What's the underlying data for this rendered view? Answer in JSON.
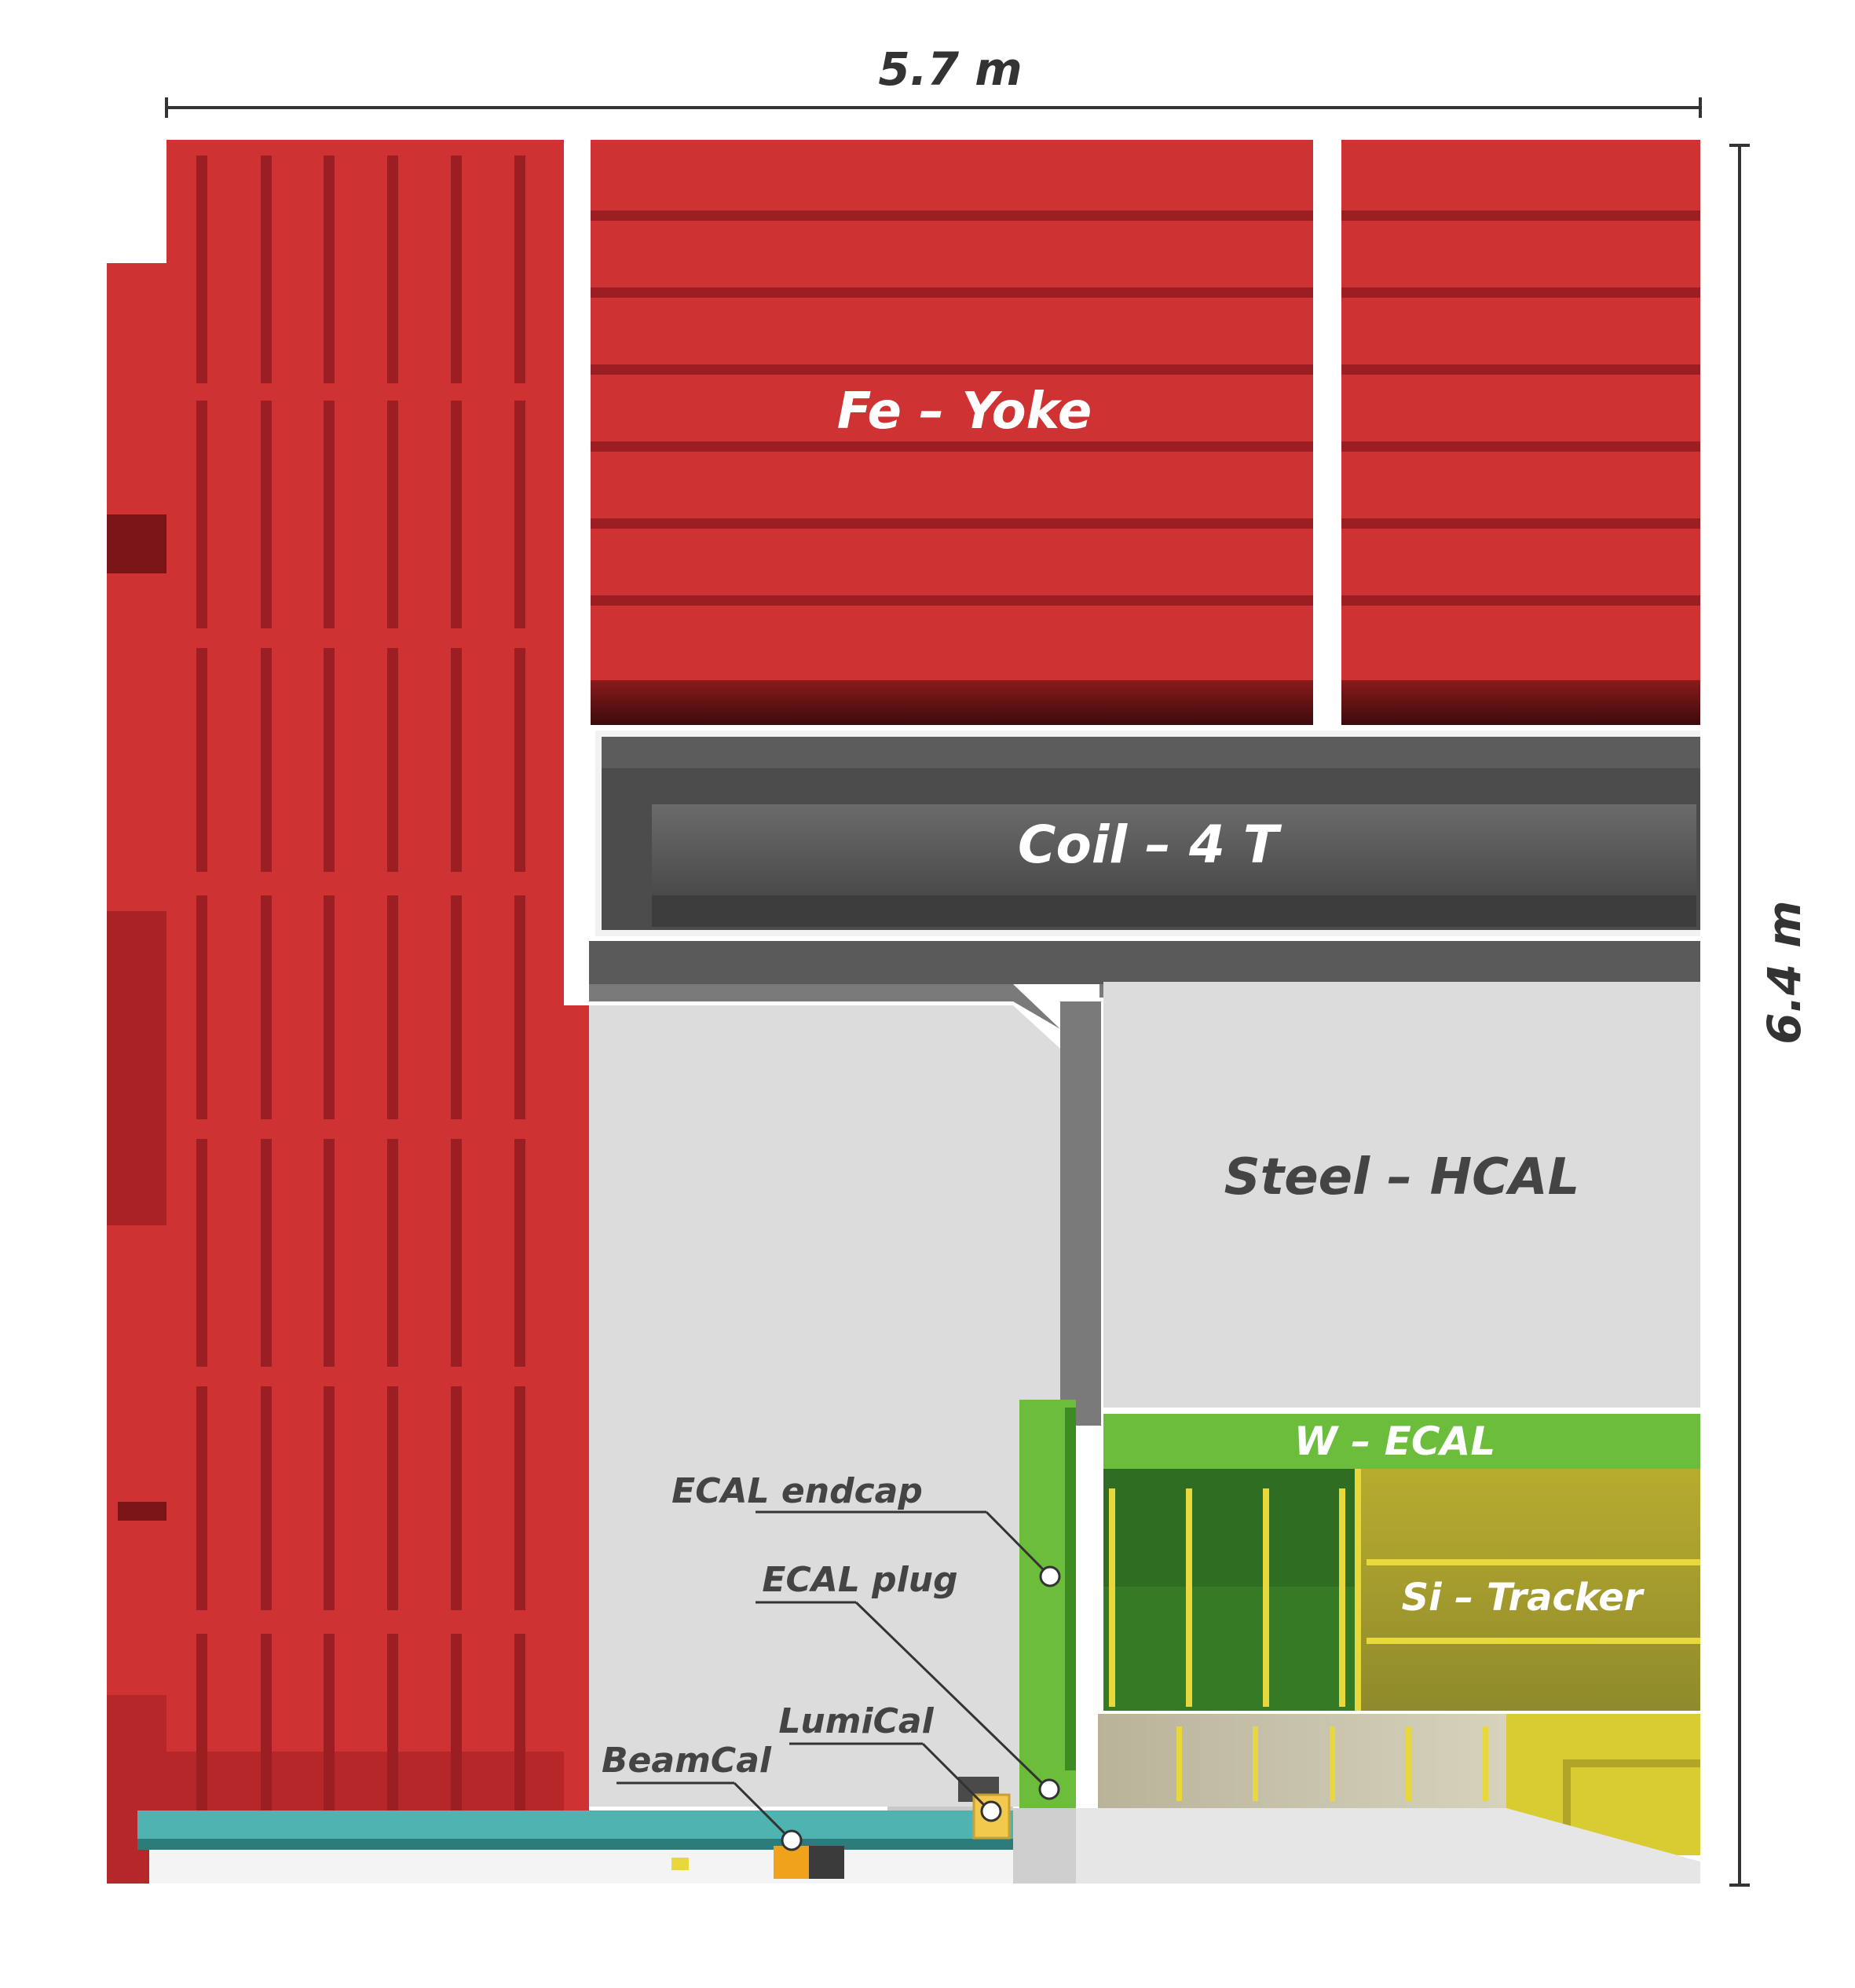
{
  "dimensions": {
    "width_label": "5.7 m",
    "height_label": "6.4 m"
  },
  "components": {
    "yoke": "Fe – Yoke",
    "coil": "Coil – 4 T",
    "hcal": "Steel – HCAL",
    "ecal": "W – ECAL",
    "tracker": "Si – Tracker"
  },
  "callouts": {
    "ecal_endcap": "ECAL endcap",
    "ecal_plug": "ECAL plug",
    "lumical": "LumiCal",
    "beamcal": "BeamCal"
  },
  "colors": {
    "yoke": "#cf3232",
    "yoke_groove": "#9b1f22",
    "coil": "#5f5e5e",
    "hcal": "#dcdcdd",
    "support": "#7a7a7a",
    "ecal": "#6cbd3c",
    "tracker": "#d9cc33",
    "beampipe": "#4fb3b1",
    "lumical": "#f2c94c",
    "beamcal": "#f0a21c"
  }
}
